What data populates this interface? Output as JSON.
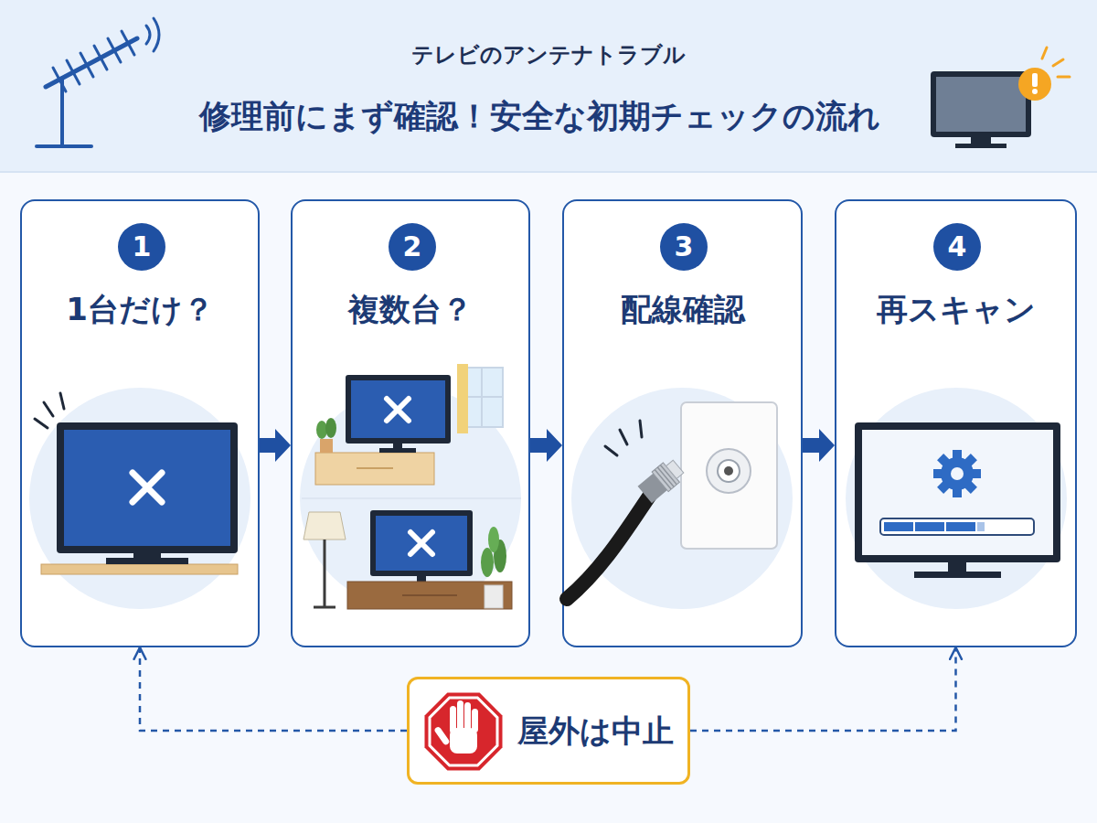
{
  "diagram": {
    "title": "修理前にまず確認！安全な初期チェックの流れ",
    "nodes": [
      {
        "text": [
          "1台だけ？"
        ]
      },
      {
        "text": [
          "1"
        ],
        "in": 0
      },
      {
        "text": [
          "複数台？"
        ]
      },
      {
        "text": [
          "2"
        ],
        "in": 2
      },
      {
        "text": [
          "配線確認"
        ]
      },
      {
        "text": [
          "3"
        ],
        "in": 4
      },
      {
        "text": [
          "再スキャン"
        ]
      },
      {
        "text": [
          "4"
        ],
        "in": 6
      },
      {
        "text": [
          "屋外は中止"
        ]
      }
    ],
    "edges": [
      {
        "from": 0,
        "to": 2,
        "arrow": "to"
      },
      {
        "from": 2,
        "to": 4,
        "arrow": "to"
      },
      {
        "from": 4,
        "to": 6,
        "arrow": "to"
      },
      {
        "from": 8,
        "to": 0,
        "arrow": "to"
      },
      {
        "from": 8,
        "to": 6,
        "arrow": "to"
      }
    ],
    "labels": [
      "テレビのアンテナトラブル"
    ]
  }
}
